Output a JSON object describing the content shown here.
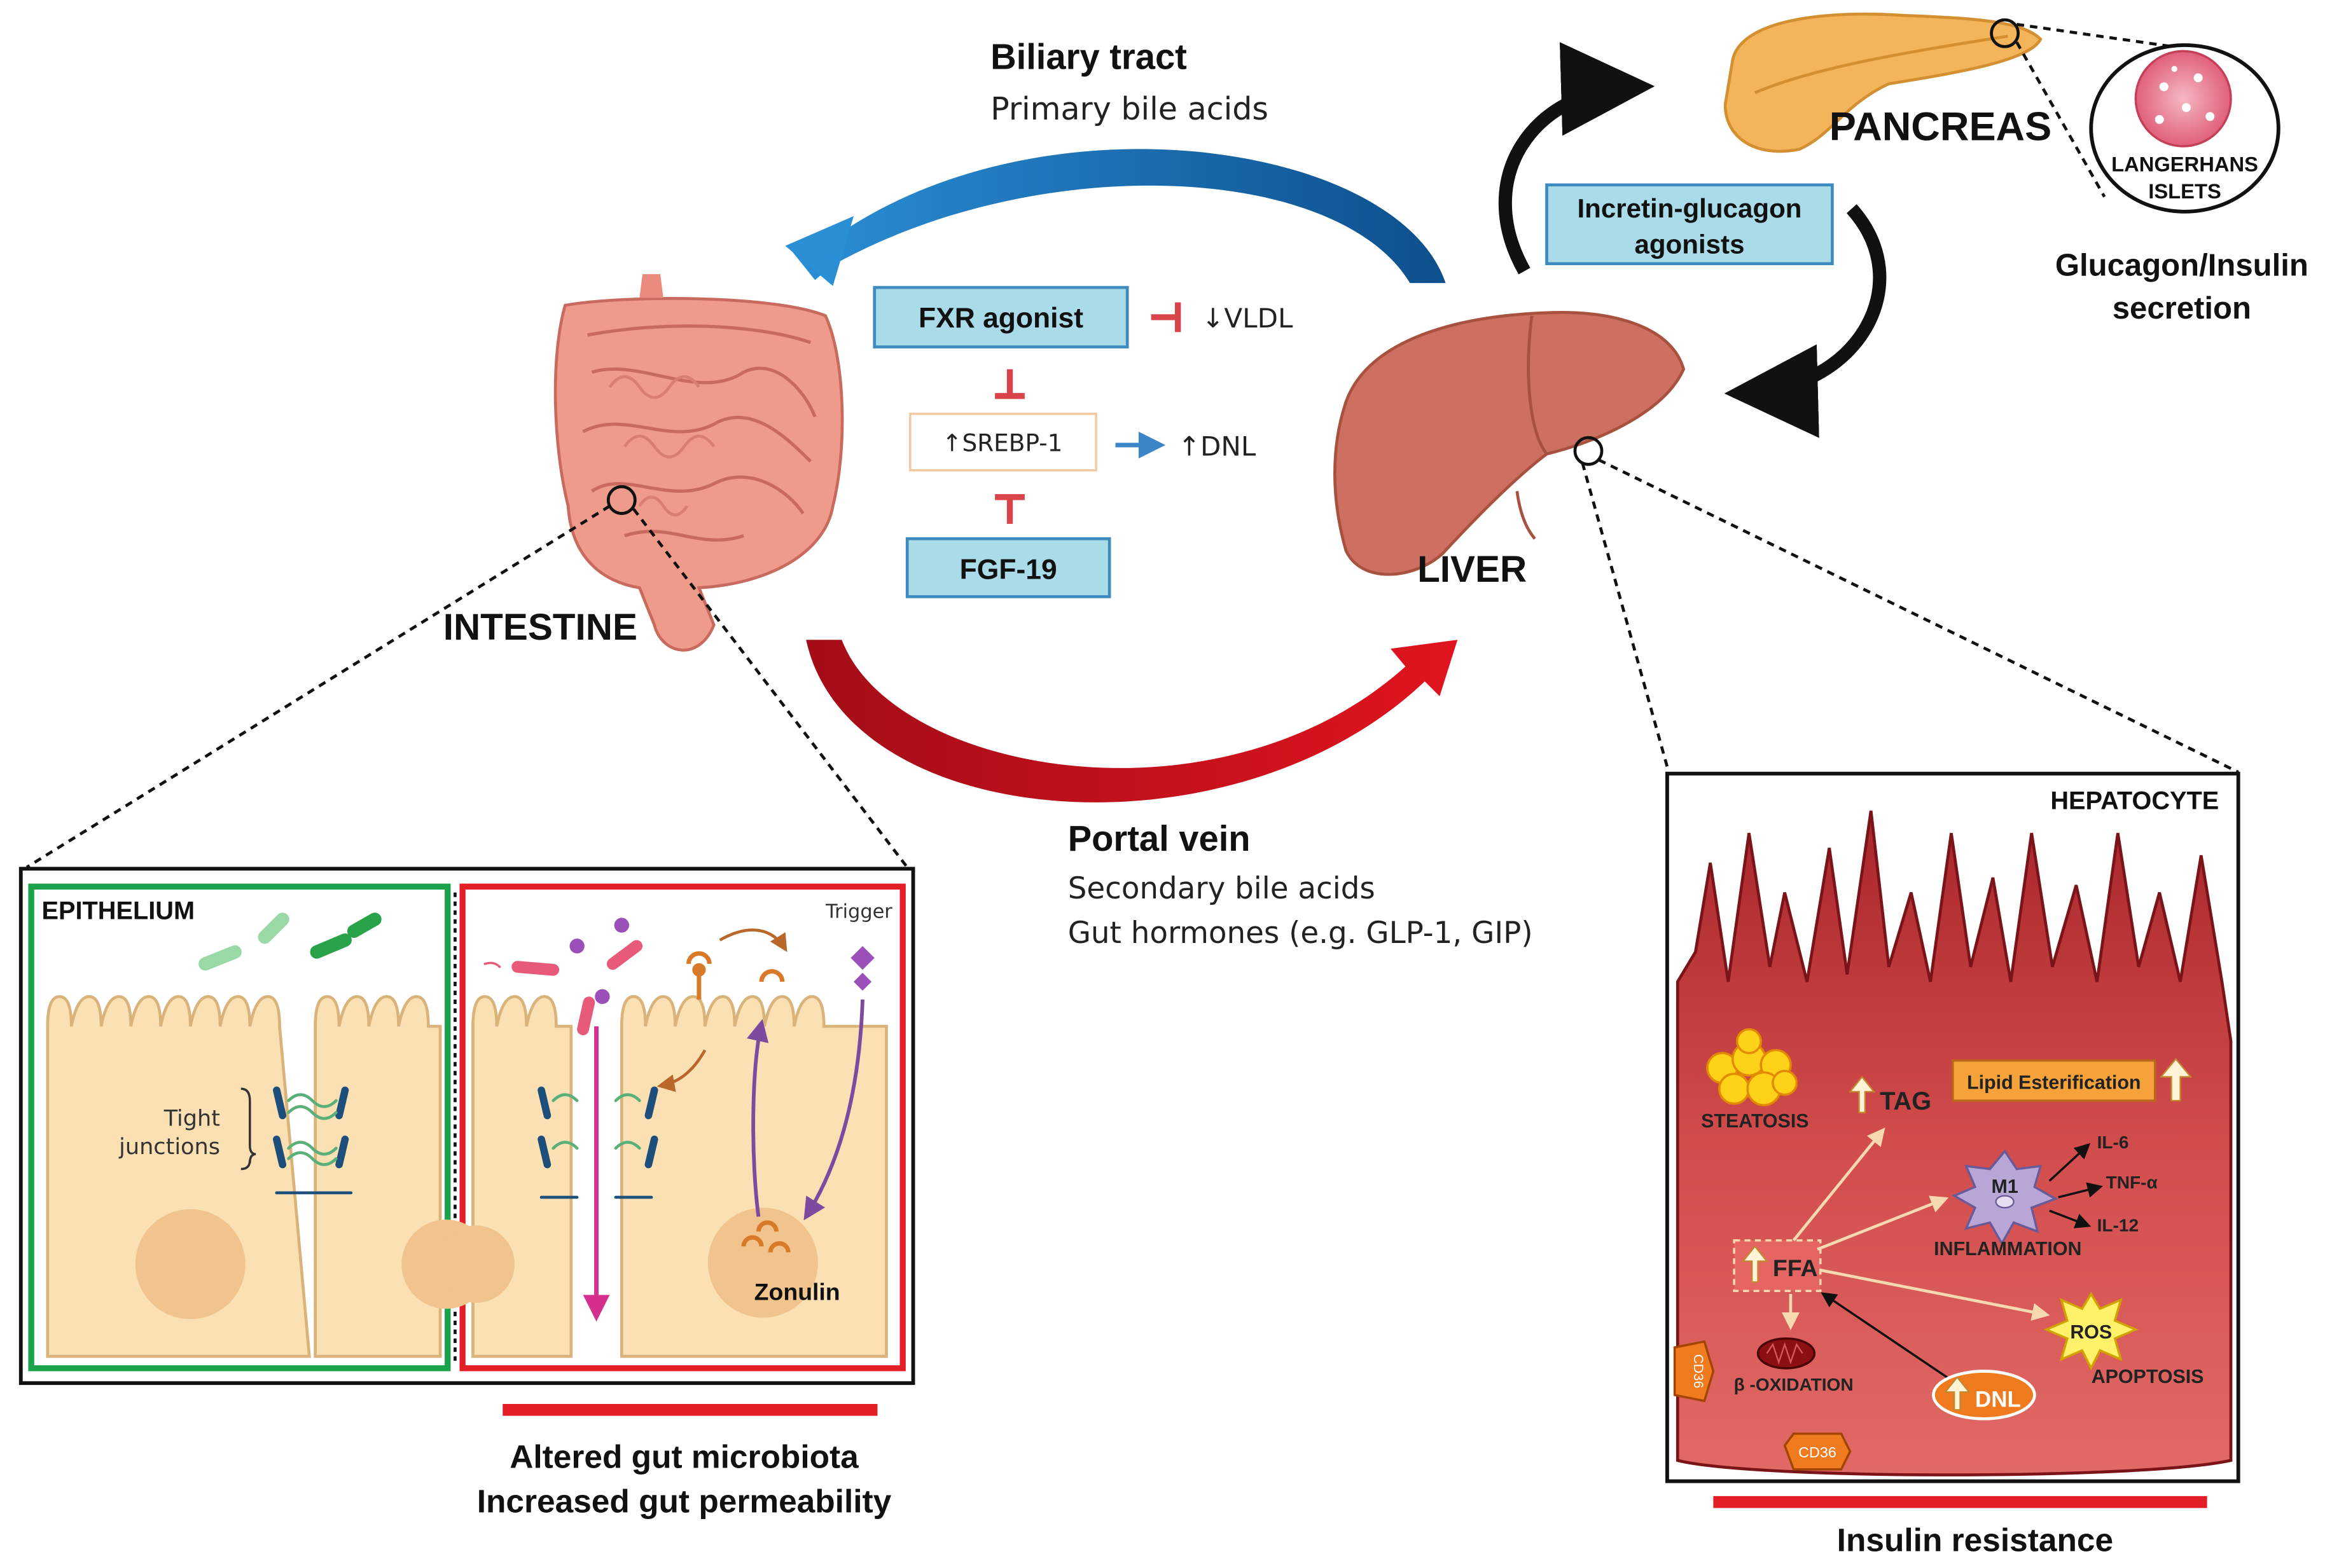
{
  "colors": {
    "blue_arrow": "#1f6fb5",
    "red_arrow": "#c8101e",
    "box_fill": "#a9dbe8",
    "box_stroke": "#3d8bbf",
    "inhibit_red": "#d9434a",
    "green_frame": "#1aa34a",
    "red_frame": "#e41e26",
    "cell_fill": "#fbe0b4",
    "cell_stroke": "#d9b37a",
    "liver": "#cd6f61",
    "intestine": "#ef9b8c",
    "pancreas": "#f3b45a",
    "hepatocyte": "#c0363a"
  },
  "top": {
    "biliary_title": "Biliary tract",
    "biliary_sub": "Primary bile acids",
    "portal_title": "Portal vein",
    "portal_sub1": "Secondary bile acids",
    "portal_sub2": "Gut hormones (e.g. GLP-1, GIP)"
  },
  "organs": {
    "intestine": "INTESTINE",
    "liver": "LIVER",
    "pancreas": "PANCREAS",
    "islets_line1": "LANGERHANS",
    "islets_line2": "ISLETS",
    "secretion_line1": "Glucagon/Insulin",
    "secretion_line2": "secretion"
  },
  "center": {
    "fxr": "FXR agonist",
    "vldl": "↓VLDL",
    "srebp": "↑SREBP-1",
    "dnl": "↑DNL",
    "fgf": "FGF-19"
  },
  "incretin": {
    "line1": "Incretin-glucagon",
    "line2": "agonists"
  },
  "epithelium": {
    "title": "EPITHELIUM",
    "trigger": "Trigger",
    "tight1": "Tight",
    "tight2": "junctions",
    "zonulin": "Zonulin",
    "caption1": "Altered gut microbiota",
    "caption2": "Increased gut permeability"
  },
  "hepatocyte": {
    "title": "HEPATOCYTE",
    "steatosis": "STEATOSIS",
    "tag": "TAG",
    "lipid": "Lipid Esterification",
    "m1": "M1",
    "il6": "IL-6",
    "tnf": "TNF-α",
    "il12": "IL-12",
    "inflammation": "INFLAMMATION",
    "ffa": "FFA",
    "ros": "ROS",
    "apoptosis": "APOPTOSIS",
    "boxidation": "β -OXIDATION",
    "dnl": "DNL",
    "cd36a": "CD36",
    "cd36b": "CD36",
    "caption": "Insulin resistance"
  }
}
